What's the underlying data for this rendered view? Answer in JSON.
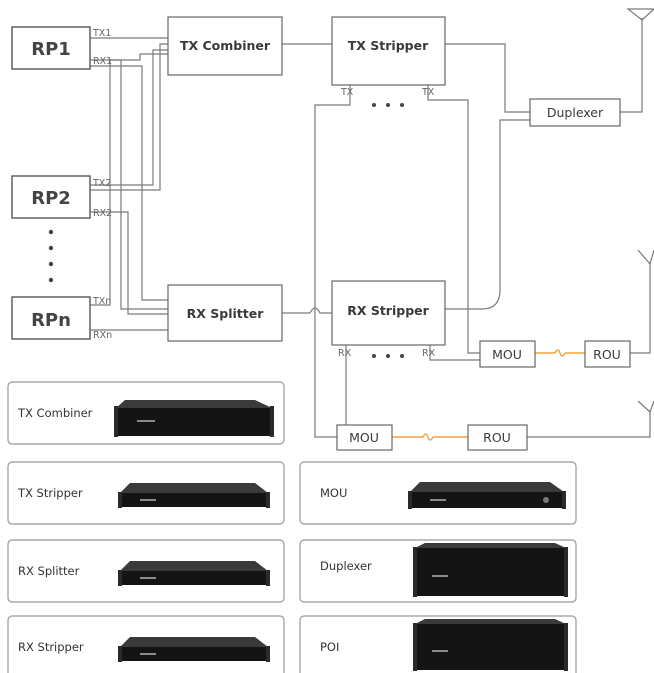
{
  "rp_units": [
    {
      "label": "RP1",
      "tx": "TX1",
      "rx": "RX1"
    },
    {
      "label": "RP2",
      "tx": "TX2",
      "rx": "RX2"
    },
    {
      "label": "RPn",
      "tx": "TXn",
      "rx": "RXn"
    }
  ],
  "blocks": {
    "tx_combiner": "TX Combiner",
    "tx_stripper": "TX Stripper",
    "duplexer": "Duplexer",
    "rx_splitter": "RX Splitter",
    "rx_stripper": "RX Stripper",
    "mou_1": "MOU",
    "rou_1": "ROU",
    "mou_2": "MOU",
    "rou_2": "ROU"
  },
  "ports": {
    "tx_left": "TX",
    "tx_right": "TX",
    "rx_left": "RX",
    "rx_right": "RX"
  },
  "legend_cards": [
    {
      "label": "TX Combiner",
      "device_height": "1U"
    },
    {
      "label": "TX Stripper",
      "device_height": "1U"
    },
    {
      "label": "RX Splitter",
      "device_height": "1U"
    },
    {
      "label": "RX Stripper",
      "device_height": "1U"
    },
    {
      "label": "MOU",
      "device_height": "1U"
    },
    {
      "label": "Duplexer",
      "device_height": "3U"
    },
    {
      "label": "POI",
      "device_height": "3U"
    }
  ],
  "colors": {
    "line": "#7a7a7a",
    "fiber": "#f0a43a",
    "device": "#141414"
  }
}
